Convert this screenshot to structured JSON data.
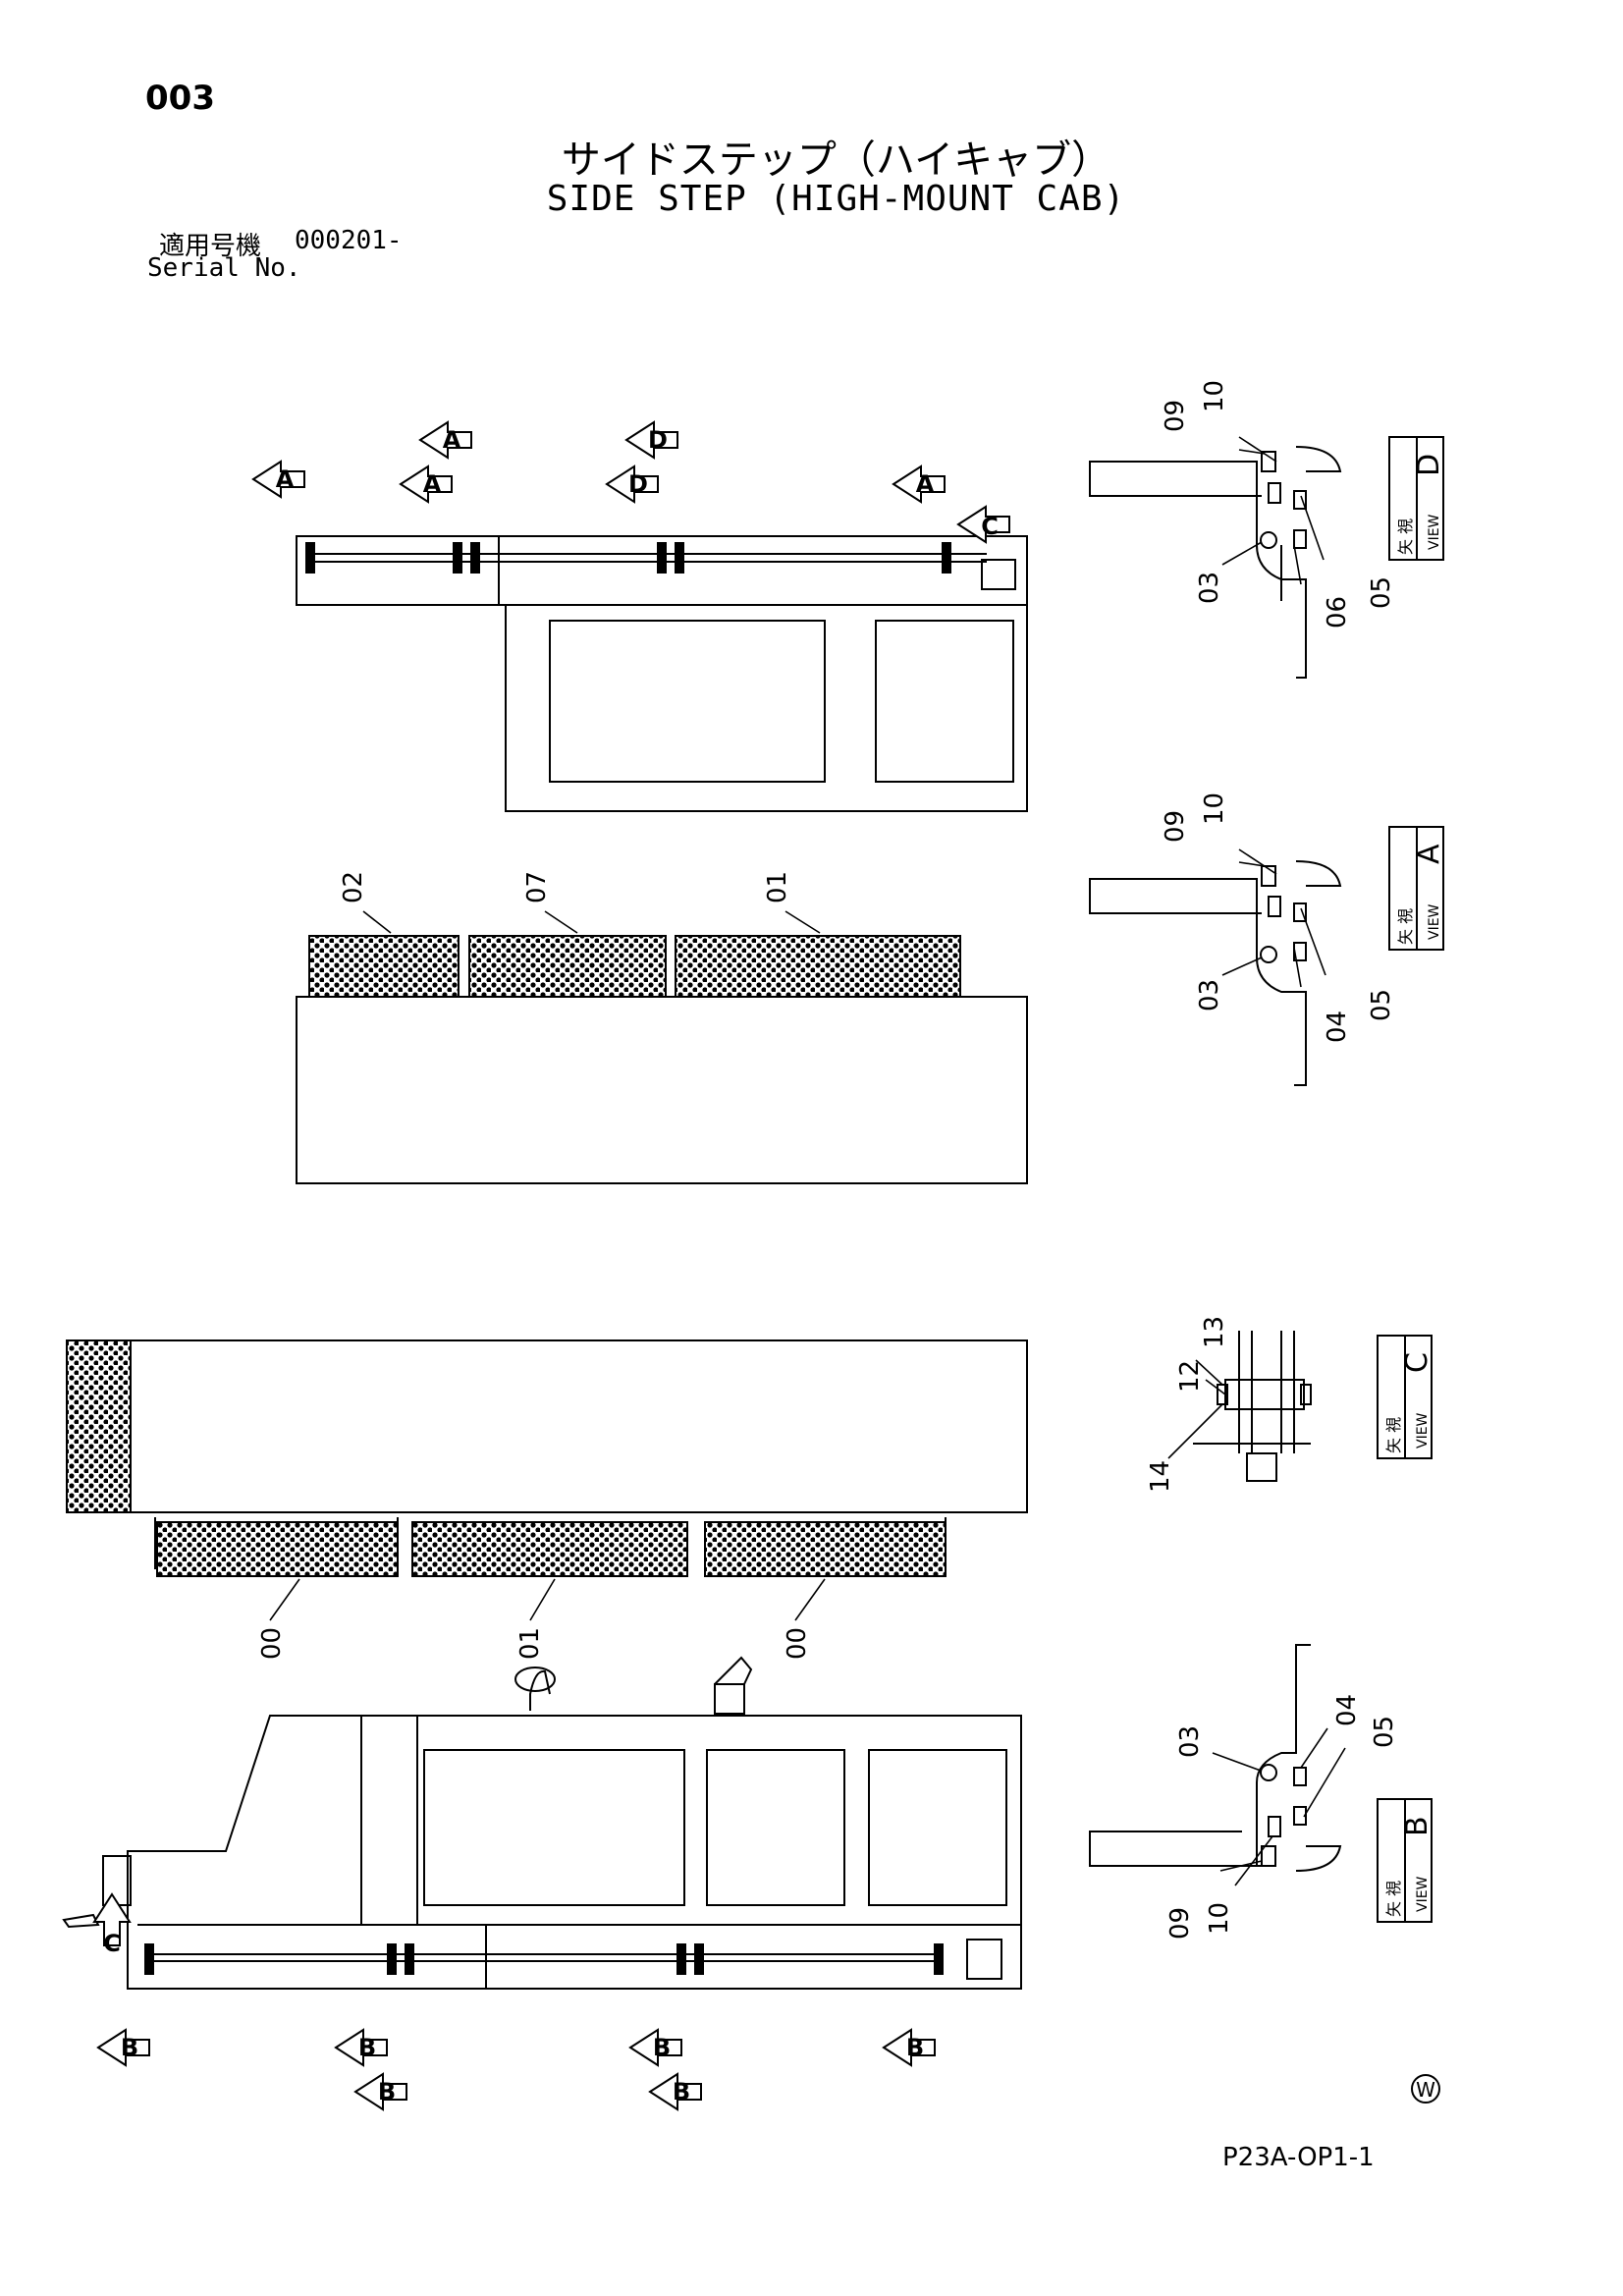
{
  "header": {
    "page_number": "003",
    "title_jp": "サイドステップ（ハイキャブ）",
    "title_en": "SIDE STEP (HIGH-MOUNT CAB)",
    "serial_label_jp": "適用号機",
    "serial_value": "000201-",
    "serial_label_en": "Serial No."
  },
  "view_markers": {
    "a": "A",
    "b": "B",
    "c": "C",
    "d": "D"
  },
  "view_labels": {
    "view_jp": "矢 視",
    "view_en": "VIEW",
    "view_d": "D",
    "view_a": "A",
    "view_c": "C",
    "view_b": "B"
  },
  "callouts": {
    "p00": "00",
    "p01": "01",
    "p02": "02",
    "p03": "03",
    "p04": "04",
    "p05": "05",
    "p06": "06",
    "p07": "07",
    "p09": "09",
    "p10": "10",
    "p12": "12",
    "p13": "13",
    "p14": "14"
  },
  "footer": {
    "w_mark": "W",
    "drawing_code": "P23A-OP1-1"
  }
}
